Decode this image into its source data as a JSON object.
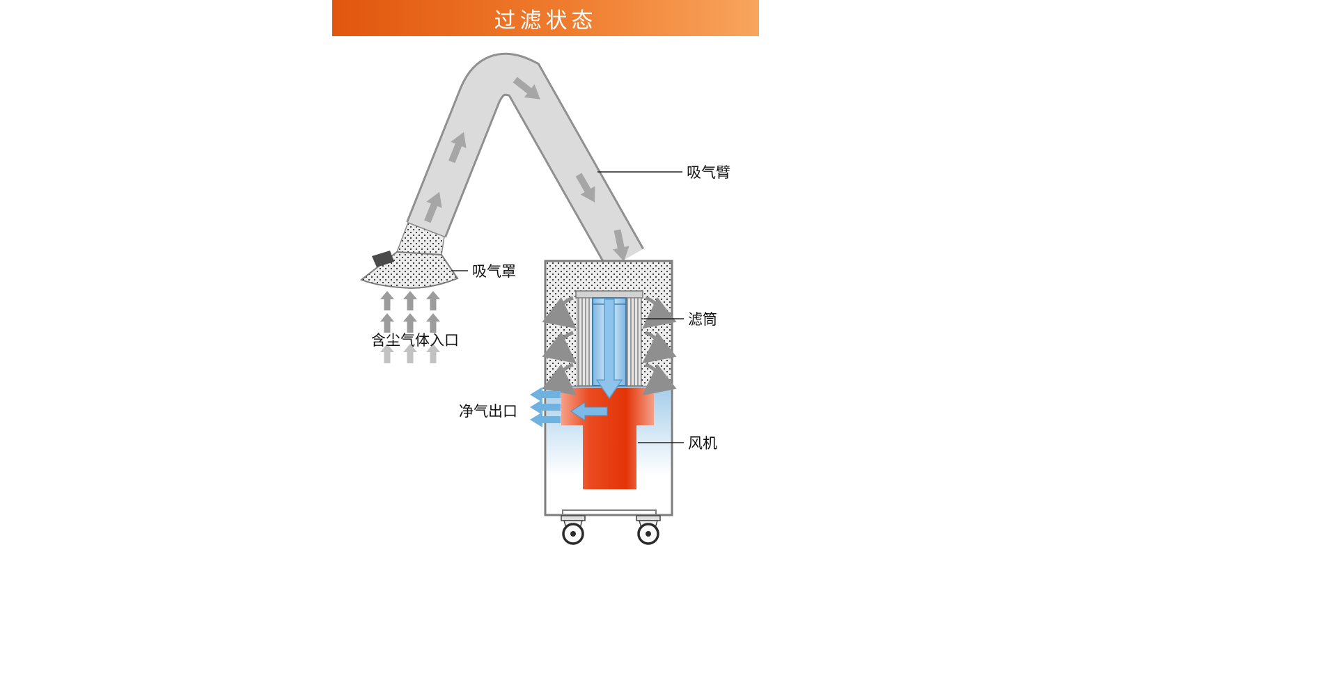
{
  "banner": {
    "title": "过滤状态",
    "gradient_left": "#e1560e",
    "gradient_right": "#f8a55e"
  },
  "labels": {
    "arm": "吸气臂",
    "hood": "吸气罩",
    "inlet": "含尘气体入口",
    "filter": "滤筒",
    "outlet": "净气出口",
    "fan": "风机"
  },
  "colors": {
    "dirty_air_arrow": "#9c9c9c",
    "dirty_air_arrow_light": "#c2c2c2",
    "duct_arrow": "#a6a6a6",
    "clean_air_arrow": "#6fb2e0",
    "filter_arrow_blue": "#8ec3eb",
    "fan_red": "#e63912",
    "duct_gray": "#dbdbdb",
    "leader_line": "#222222"
  }
}
